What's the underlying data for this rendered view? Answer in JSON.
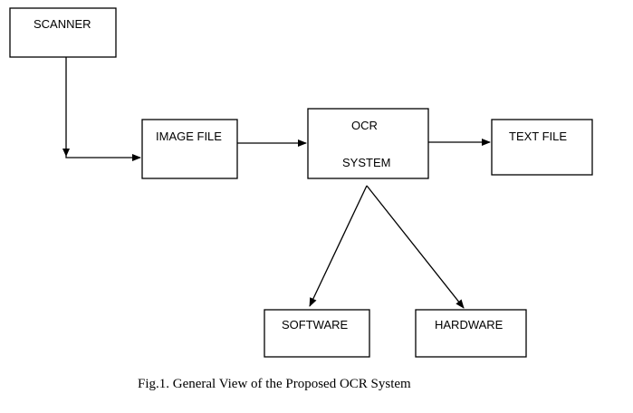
{
  "nodes": {
    "scanner": "SCANNER",
    "image_file": "IMAGE FILE",
    "ocr_line1": "OCR",
    "ocr_line2": "SYSTEM",
    "text_file": "TEXT FILE",
    "software": "SOFTWARE",
    "hardware": "HARDWARE"
  },
  "edges": [
    {
      "from": "SCANNER",
      "to": "IMAGE FILE"
    },
    {
      "from": "IMAGE FILE",
      "to": "OCR SYSTEM"
    },
    {
      "from": "OCR SYSTEM",
      "to": "TEXT FILE"
    },
    {
      "from": "OCR SYSTEM",
      "to": "SOFTWARE"
    },
    {
      "from": "OCR SYSTEM",
      "to": "HARDWARE"
    }
  ],
  "caption": "Fig.1. General View of the Proposed OCR System"
}
